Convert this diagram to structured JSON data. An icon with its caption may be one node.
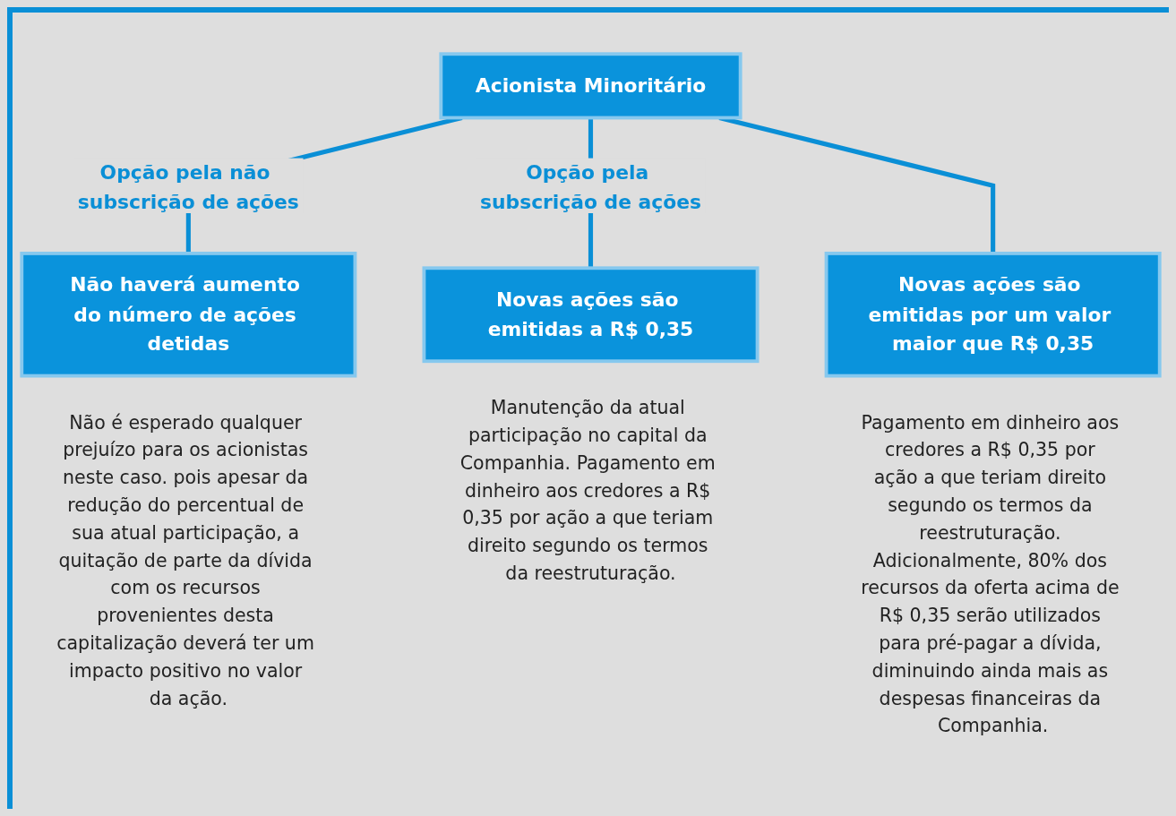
{
  "diagram": {
    "nodes": [
      {
        "text": [
          "Acionista Minoritário"
        ]
      },
      {
        "text": [
          "Não haverá aumento do número de ações detidas"
        ],
        "beside": [
          "Não é esperado qualquer prejuízo para os acionistas neste caso. pois apesar da redução do percentual de sua atual participação, a quitação de parte da dívida com os recursos provenientes desta capitalização deverá ter um impacto positivo no valor da ação."
        ]
      },
      {
        "text": [
          "Novas ações são emitidas a R$ 0,35"
        ],
        "beside": [
          "Manutenção da atual participação no capital da Companhia. Pagamento em dinheiro aos credores a R$ 0,35 por ação a que teriam direito segundo os termos da reestruturação."
        ]
      },
      {
        "text": [
          "Novas ações são emitidas por um valor maior que R$ 0,35"
        ],
        "beside": [
          "Pagamento em dinheiro aos credores a R$ 0,35 por ação a que teriam direito segundo os termos da reestruturação. Adicionalmente, 80% dos recursos da oferta acima de R$ 0,35 serão utilizados para pré-pagar a dívida, diminuindo ainda mais as despesas financeiras da Companhia."
        ]
      }
    ],
    "edges": [
      {
        "from": 0,
        "to": 1,
        "arrow": "none",
        "label": "Opção pela não subscrição de ações"
      },
      {
        "from": 0,
        "to": 2,
        "arrow": "none",
        "label": "Opção pela subscrição de ações"
      },
      {
        "from": 0,
        "to": 3,
        "arrow": "none"
      }
    ]
  }
}
